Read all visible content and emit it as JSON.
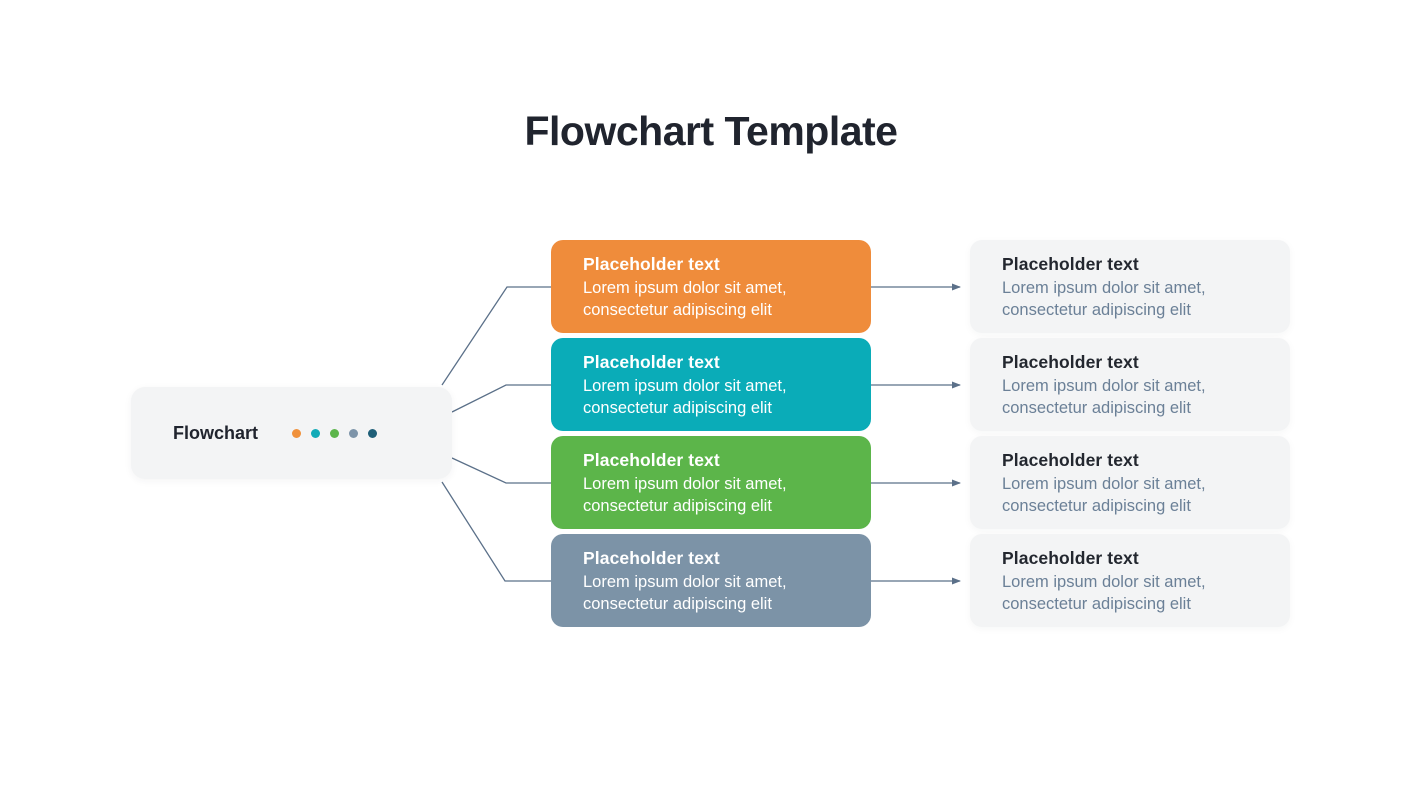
{
  "title": "Flowchart Template",
  "root": {
    "label": "Flowchart",
    "dots": [
      "#F0913B",
      "#12ABB8",
      "#5CB54B",
      "#7D94A9",
      "#1F5F78"
    ]
  },
  "rows": [
    {
      "accent": "#EF8C3B",
      "source": {
        "heading": "Placeholder text",
        "body": [
          "Lorem ipsum dolor sit amet,",
          "consectetur adipiscing elit"
        ]
      },
      "result": {
        "heading": "Placeholder text",
        "body": [
          "Lorem ipsum dolor sit amet,",
          "consectetur adipiscing elit"
        ]
      }
    },
    {
      "accent": "#0AACB8",
      "source": {
        "heading": "Placeholder text",
        "body": [
          "Lorem ipsum dolor sit amet,",
          "consectetur adipiscing elit"
        ]
      },
      "result": {
        "heading": "Placeholder text",
        "body": [
          "Lorem ipsum dolor sit amet,",
          "consectetur adipiscing elit"
        ]
      }
    },
    {
      "accent": "#5CB54A",
      "source": {
        "heading": "Placeholder text",
        "body": [
          "Lorem ipsum dolor sit amet,",
          "consectetur adipiscing elit"
        ]
      },
      "result": {
        "heading": "Placeholder text",
        "body": [
          "Lorem ipsum dolor sit amet,",
          "consectetur adipiscing elit"
        ]
      }
    },
    {
      "accent": "#7C93A7",
      "source": {
        "heading": "Placeholder text",
        "body": [
          "Lorem ipsum dolor sit amet,",
          "consectetur adipiscing elit"
        ]
      },
      "result": {
        "heading": "Placeholder text",
        "body": [
          "Lorem ipsum dolor sit amet,",
          "consectetur adipiscing elit"
        ]
      }
    }
  ],
  "colors": {
    "connector": "#5B7089",
    "panel_bg": "#F3F4F5",
    "title_text": "#20242E"
  }
}
